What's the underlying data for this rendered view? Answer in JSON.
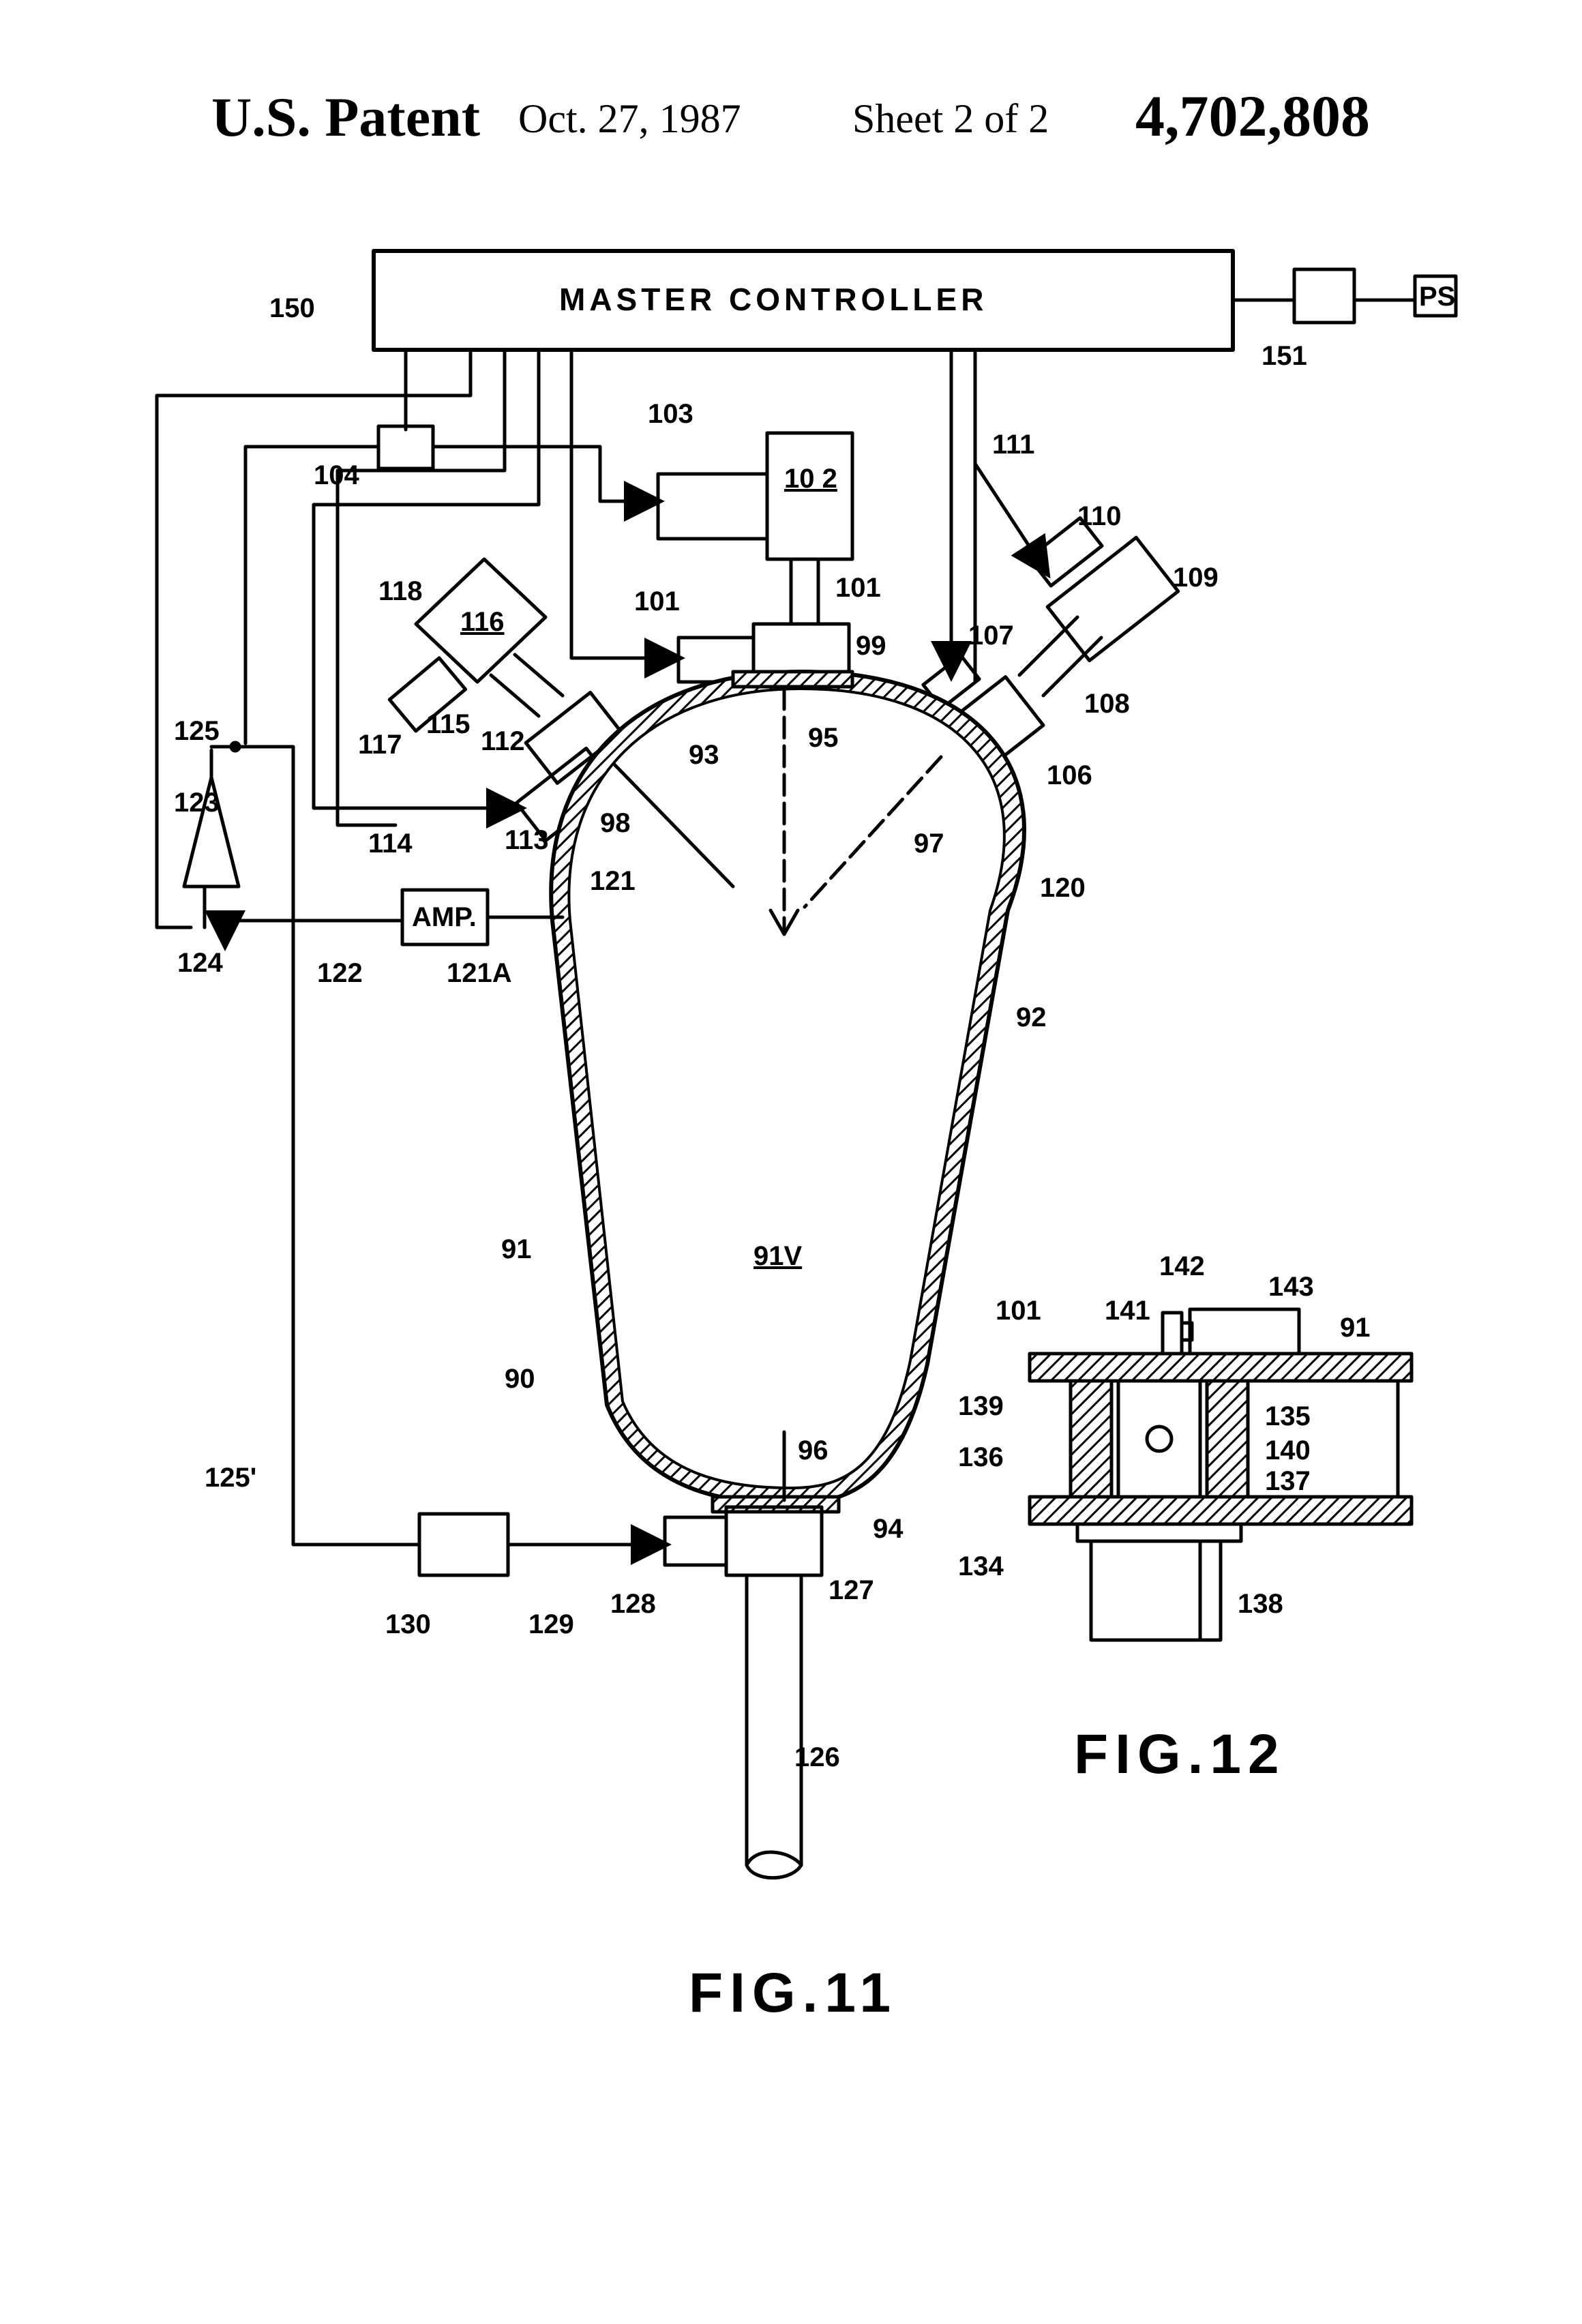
{
  "header": {
    "patent_label": "U.S. Patent",
    "date": "Oct. 27, 1987",
    "sheet": "Sheet 2 of 2",
    "patent_number": "4,702,808"
  },
  "blocks": {
    "master_controller": "MASTER CONTROLLER",
    "power_supply": "PS",
    "amplifier": "AMP.",
    "unit_102": "10 2",
    "unit_116": "116",
    "vessel_interior": "91V"
  },
  "labels": {
    "l150": "150",
    "l151": "151",
    "l103": "103",
    "l104": "104",
    "l111": "111",
    "l110": "110",
    "l109": "109",
    "l101a": "101",
    "l101b": "101",
    "l99": "99",
    "l107": "107",
    "l108": "108",
    "l106": "106",
    "l118": "118",
    "l117": "117",
    "l115": "115",
    "l112": "112",
    "l93": "93",
    "l95": "95",
    "l97": "97",
    "l98": "98",
    "l113": "113",
    "l114": "114",
    "l125": "125",
    "l123": "123",
    "l124": "124",
    "l122": "122",
    "l121a": "121A",
    "l121": "121",
    "l120": "120",
    "l92": "92",
    "l91": "91",
    "l90": "90",
    "l125p": "125'",
    "l96": "96",
    "l94": "94",
    "l130": "130",
    "l129": "129",
    "l128": "128",
    "l127": "127",
    "l126": "126",
    "f101": "101",
    "f141": "141",
    "f142": "142",
    "f143": "143",
    "f91": "91",
    "f139": "139",
    "f135": "135",
    "f136": "136",
    "f140": "140",
    "f137": "137",
    "f134": "134",
    "f138": "138"
  },
  "figures": {
    "fig11": "FIG.11",
    "fig12": "FIG.12"
  }
}
